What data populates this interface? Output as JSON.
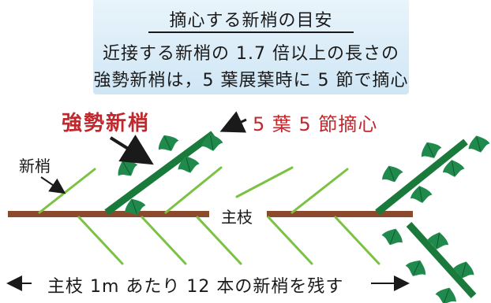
{
  "banner": {
    "title": "摘心する新梢の目安",
    "line1": "近接する新梢の 1.7 倍以上の長さの",
    "line2": "強勢新梢は，5 葉展葉時に 5 節で摘心"
  },
  "labels": {
    "vigorous_shoot": "強勢新梢",
    "pinch_point": "5 葉 5 節摘心",
    "shoot": "新梢",
    "main_branch": "主枝",
    "bottom_note": "主枝 1m あたり 12 本の新梢を残す"
  },
  "colors": {
    "banner_bg": "#cfe6f5",
    "branch": "#8b4a2b",
    "shoot": "#7cc242",
    "vigorous_shoot": "#1a7a3c",
    "leaf": "#1f8a4c",
    "label_red": "#c0282d",
    "text": "#1a1a1a"
  }
}
